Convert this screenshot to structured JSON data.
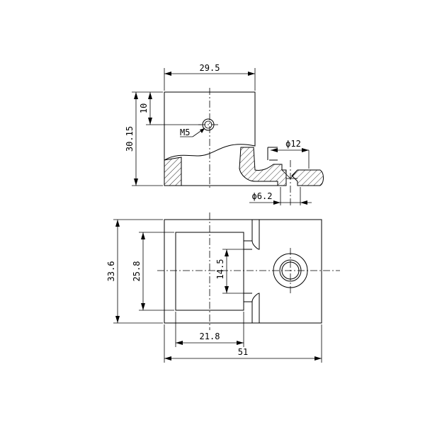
{
  "drawing": {
    "top_view": {
      "dim_width": "29.5",
      "dim_height": "30.15",
      "dim_hole_offset": "10",
      "thread_label": "M5",
      "counterbore_dia": "ϕ12",
      "hole_dia": "ϕ6.2"
    },
    "bottom_view": {
      "dim_overall_height": "33.6",
      "dim_inner_height": "25.8",
      "dim_slot": "14.5",
      "dim_inner_width": "21.8",
      "dim_overall_width": "51"
    }
  }
}
